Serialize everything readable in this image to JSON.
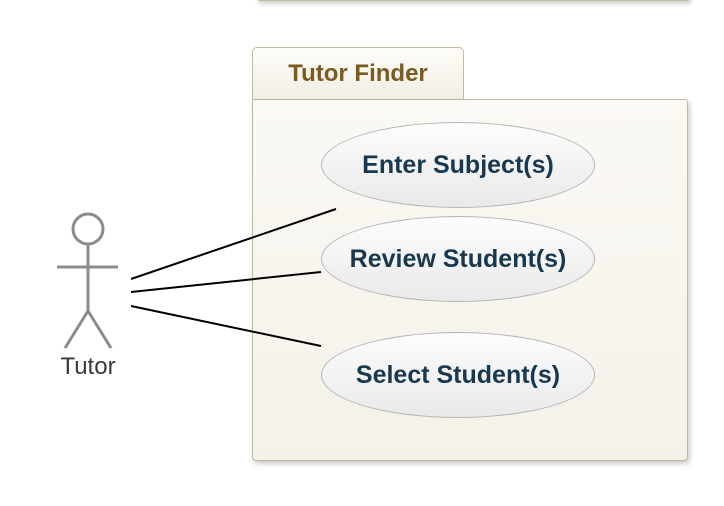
{
  "package": {
    "title": "Tutor Finder"
  },
  "actor": {
    "label": "Tutor"
  },
  "use_cases": [
    {
      "label": "Enter Subject(s)"
    },
    {
      "label": "Review Student(s)"
    },
    {
      "label": "Select Student(s)"
    }
  ],
  "colors": {
    "package_title": "#7a5a1e",
    "package_fill": "#f7f4ec",
    "package_border": "#c2b8a0",
    "use_case_text": "#17384f",
    "actor_stroke": "#8c8c8c",
    "association_line": "#000000"
  }
}
